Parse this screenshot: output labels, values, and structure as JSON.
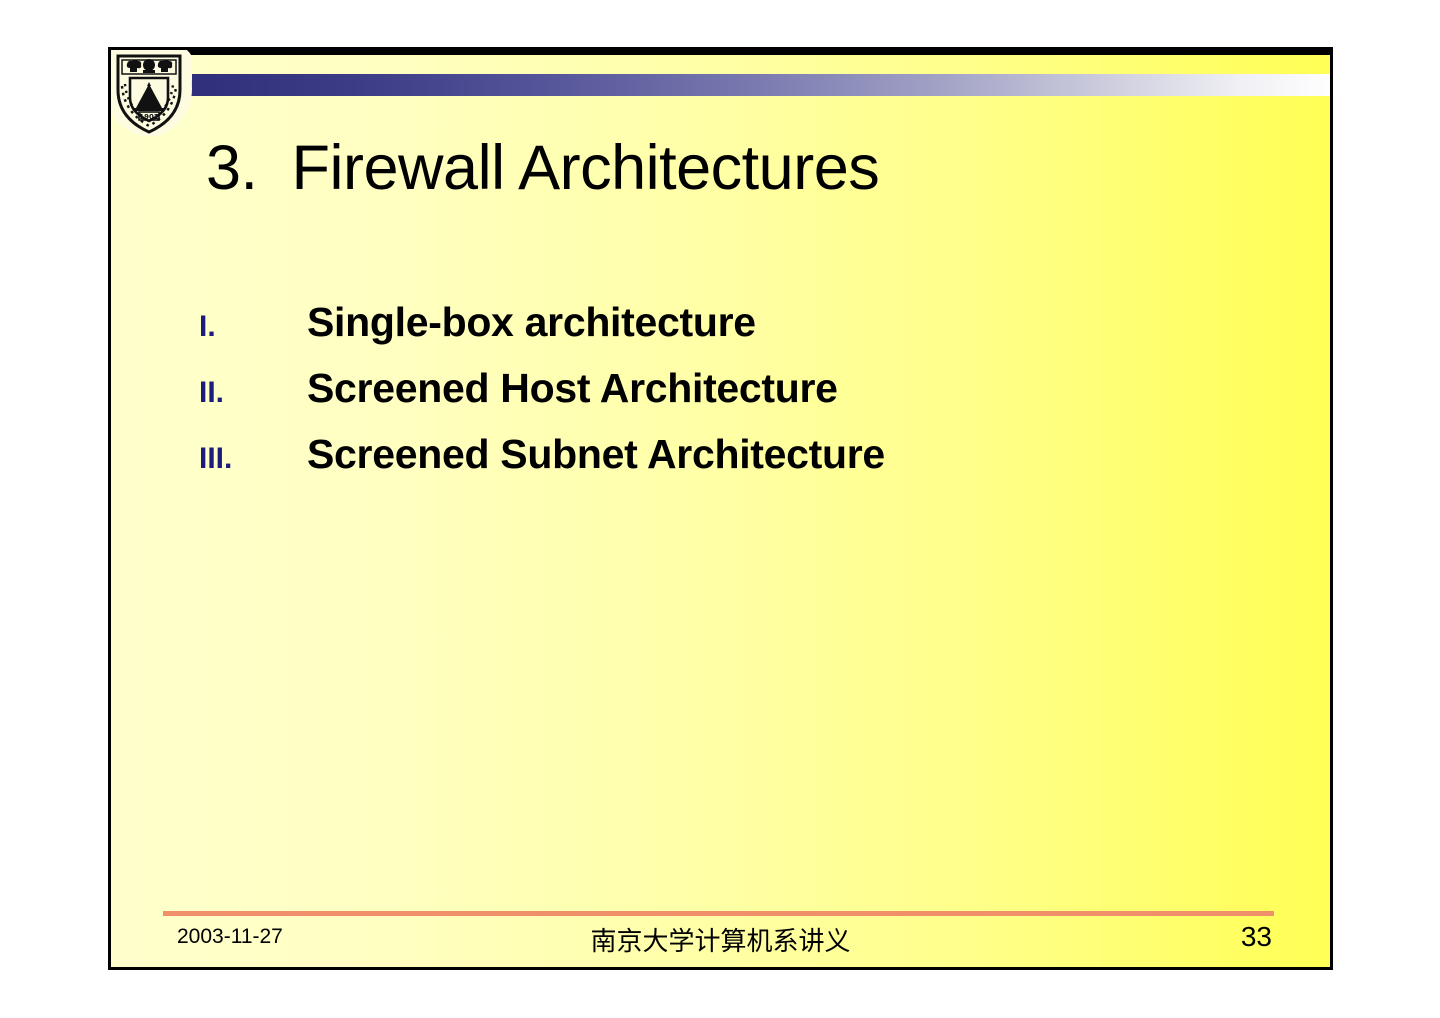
{
  "slide": {
    "title": "3.  Firewall Architectures",
    "background": {
      "gradient_from": "#FFFFCC",
      "gradient_to": "#FFFF55"
    },
    "border_color": "#000000",
    "header": {
      "rule_color": "#000000",
      "bar_gradient_from": "#2E2E7A",
      "bar_gradient_to": "#FFFFFF",
      "logo_name": "nanjing-university-crest",
      "logo_year": "1902"
    },
    "body": {
      "items": [
        {
          "marker": "I.",
          "text": "Single-box architecture"
        },
        {
          "marker": "II.",
          "text": "Screened Host Architecture"
        },
        {
          "marker": "III.",
          "text": "Screened Subnet Architecture"
        }
      ],
      "marker_color": "#1C1C7E",
      "text_color": "#000000"
    },
    "footer": {
      "rule_color": "#F0906A",
      "date": "2003-11-27",
      "center_text": "南京大学计算机系讲义",
      "page_number": "33"
    }
  }
}
